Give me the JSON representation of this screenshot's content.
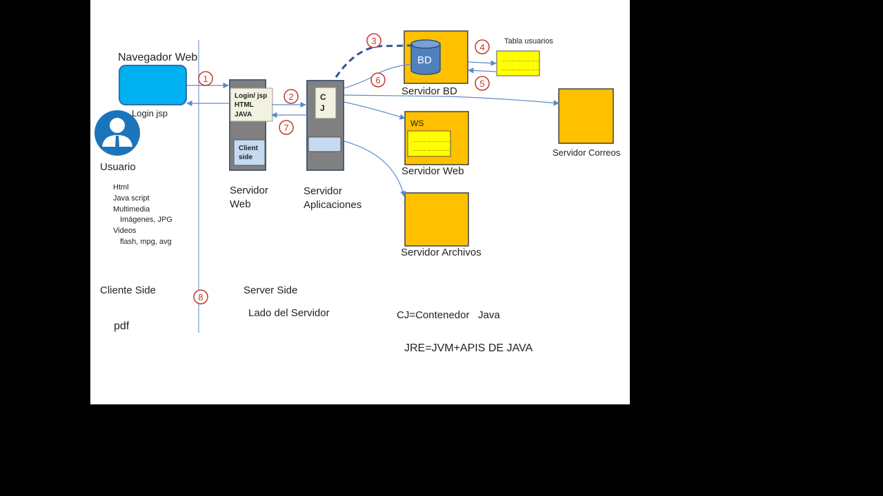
{
  "colors": {
    "background": "#000000",
    "slide": "#ffffff",
    "browser": "#00b0f0",
    "server_gray": "#808080",
    "server_box": "#ffc000",
    "yellow_box": "#ffff00",
    "db": "#4f81bd",
    "light_blue": "#c5d9f1",
    "note": "#f2f2e0",
    "connector": "#5b8bc7",
    "marker": "#c0392b",
    "user_icon": "#1b75bc"
  },
  "client": {
    "browser_label": "Navegador Web",
    "browser_sub": "Login jsp",
    "user_label": "Usuario",
    "tech_list": [
      "Html",
      "Java script",
      "Multimedia",
      "Imágenes, JPG",
      "Videos",
      "flash, mpg, avg"
    ],
    "side_label": "Cliente Side",
    "pdf_label": "pdf"
  },
  "web_server": {
    "note_lines": [
      "Login/ jsp",
      "HTML",
      "JAVA"
    ],
    "client_side_lines": [
      "Client",
      "side"
    ],
    "label_lines": [
      "Servidor",
      "Web"
    ]
  },
  "app_server": {
    "cj_lines": [
      "C",
      "J"
    ],
    "label_lines": [
      "Servidor",
      "Aplicaciones"
    ]
  },
  "db_server": {
    "db_label": "BD",
    "label": "Servidor BD",
    "table_label": "Tabla usuarios",
    "table_rows": [
      "……………………",
      "……………………"
    ]
  },
  "ws_server": {
    "ws_label": "WS",
    "rows": [
      "……………………",
      "……………………"
    ],
    "label": "Servidor Web"
  },
  "mail_server": {
    "label": "Servidor Correos"
  },
  "file_server": {
    "label": "Servidor Archivos"
  },
  "server_side": {
    "label": "Server Side",
    "label_es": "Lado del Servidor"
  },
  "notes": {
    "cj": "CJ=Contenedor   Java",
    "jre": "JRE=JVM+APIS DE JAVA"
  },
  "markers": [
    "1",
    "2",
    "3",
    "4",
    "5",
    "6",
    "7",
    "8"
  ]
}
